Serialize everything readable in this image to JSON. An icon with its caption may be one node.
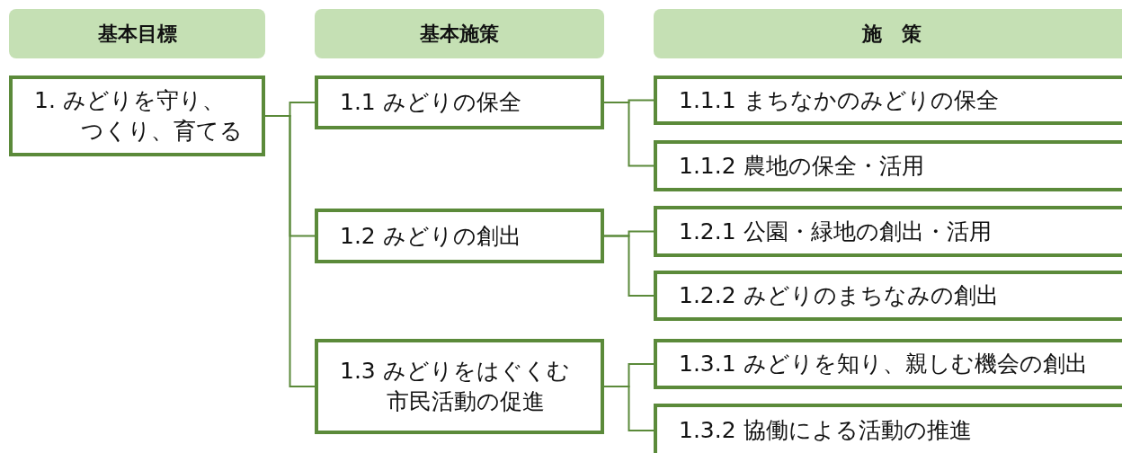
{
  "diagram": {
    "nodes": [
      {
        "text": [
          "基本目標"
        ]
      },
      {
        "text": [
          "基本施策"
        ]
      },
      {
        "text": [
          "施　策"
        ]
      },
      {
        "text": [
          "1. みどりを守り、つくり、育てる"
        ]
      },
      {
        "text": [
          "1.1 みどりの保全"
        ]
      },
      {
        "text": [
          "1.1.1 まちなかのみどりの保全"
        ]
      },
      {
        "text": [
          "1.1.2 農地の保全・活用"
        ]
      },
      {
        "text": [
          "1.2 みどりの創出"
        ]
      },
      {
        "text": [
          "1.2.1 公園・緑地の創出・活用"
        ]
      },
      {
        "text": [
          "1.2.2 みどりのまちなみの創出"
        ]
      },
      {
        "text": [
          "1.3 みどりをはぐくむ市民活動の促進"
        ]
      },
      {
        "text": [
          "1.3.1 みどりを知り、親しむ機会の創出"
        ]
      },
      {
        "text": [
          "1.3.2 協働による活動の推進"
        ]
      }
    ],
    "edges": [
      {
        "from": 3,
        "to": 4,
        "arrow": "none"
      },
      {
        "from": 3,
        "to": 7,
        "arrow": "none"
      },
      {
        "from": 3,
        "to": 10,
        "arrow": "none"
      },
      {
        "from": 4,
        "to": 5,
        "arrow": "none"
      },
      {
        "from": 4,
        "to": 6,
        "arrow": "none"
      },
      {
        "from": 7,
        "to": 8,
        "arrow": "none"
      },
      {
        "from": 7,
        "to": 9,
        "arrow": "none"
      },
      {
        "from": 10,
        "to": 11,
        "arrow": "none"
      },
      {
        "from": 10,
        "to": 12,
        "arrow": "none"
      }
    ]
  }
}
